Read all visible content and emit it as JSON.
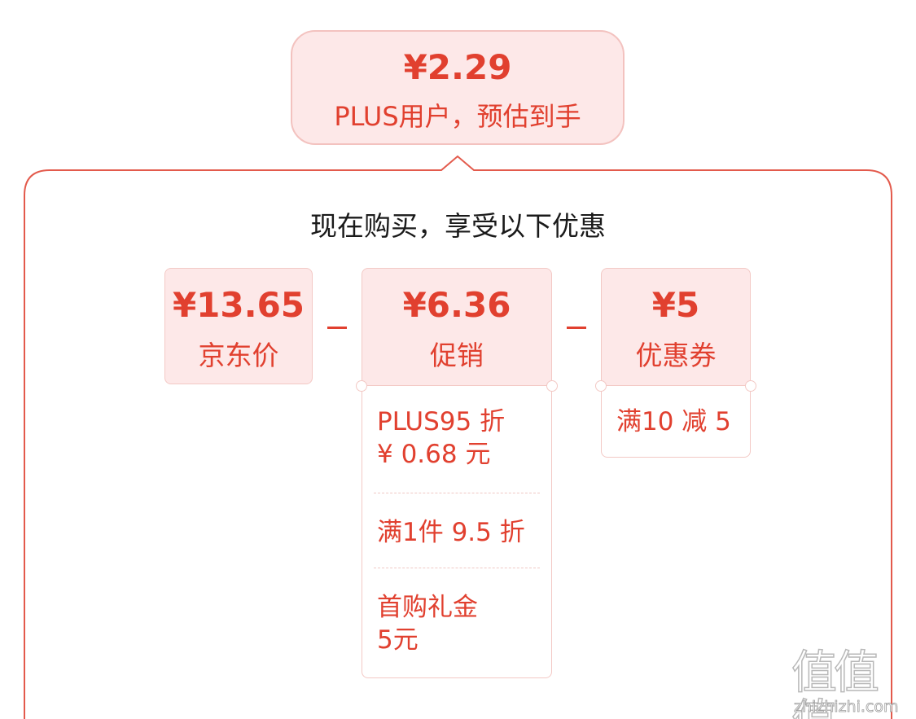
{
  "estimate": {
    "price": "¥2.29",
    "label": "PLUS用户，预估到手"
  },
  "headline": "现在购买，享受以下优惠",
  "cards": {
    "jd_price": {
      "amount": "¥13.65",
      "label": "京东价"
    },
    "promotion": {
      "amount": "¥6.36",
      "label": "促销"
    },
    "coupon": {
      "amount": "¥5",
      "label": "优惠券"
    }
  },
  "promotion_details": [
    "PLUS95 折\n¥ 0.68 元",
    "满1件 9.5 折",
    "首购礼金\n5元"
  ],
  "coupon_details": [
    "满10 减 5"
  ],
  "watermark": {
    "logo_text": "值值值",
    "url": "zhizhizhi.com"
  },
  "colors": {
    "accent": "#e1402f",
    "card_bg": "#fde8e8",
    "card_border": "#f3c9c5",
    "frame": "#e35a4c"
  }
}
